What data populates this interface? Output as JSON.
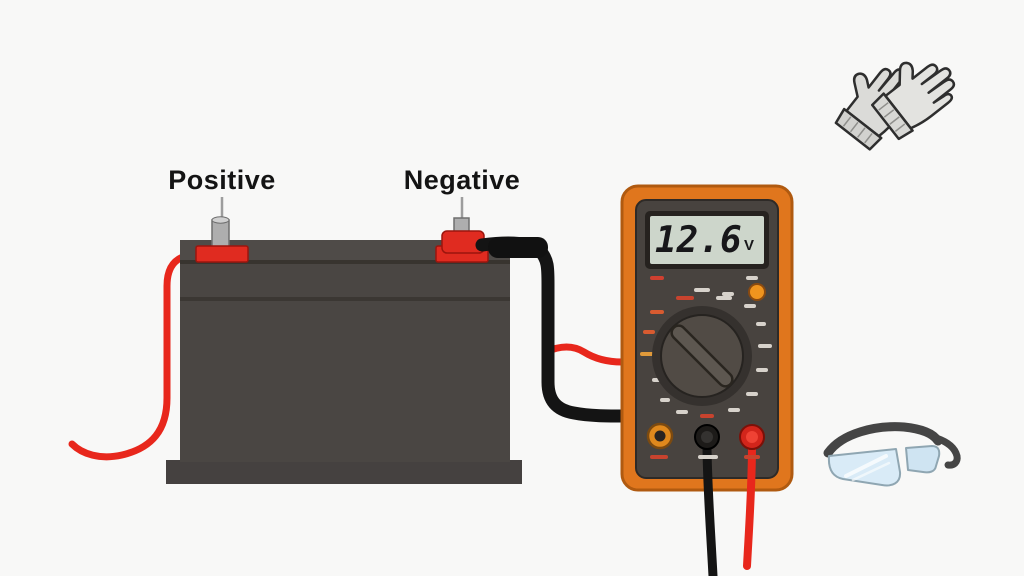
{
  "labels": {
    "positive": "Positive",
    "negative": "Negative"
  },
  "multimeter": {
    "reading": "12.6",
    "unit": "V"
  },
  "icons": {
    "gloves": "safety-gloves-icon",
    "goggles": "safety-goggles-icon"
  },
  "colors": {
    "background": "#f8f8f7",
    "battery_body": "#4a4643",
    "terminal_red": "#e02b20",
    "wire_red": "#e8271c",
    "wire_black": "#141414",
    "meter_body_orange": "#e0761d",
    "meter_face": "#48433f",
    "lcd_screen": "#cdd6cb"
  }
}
